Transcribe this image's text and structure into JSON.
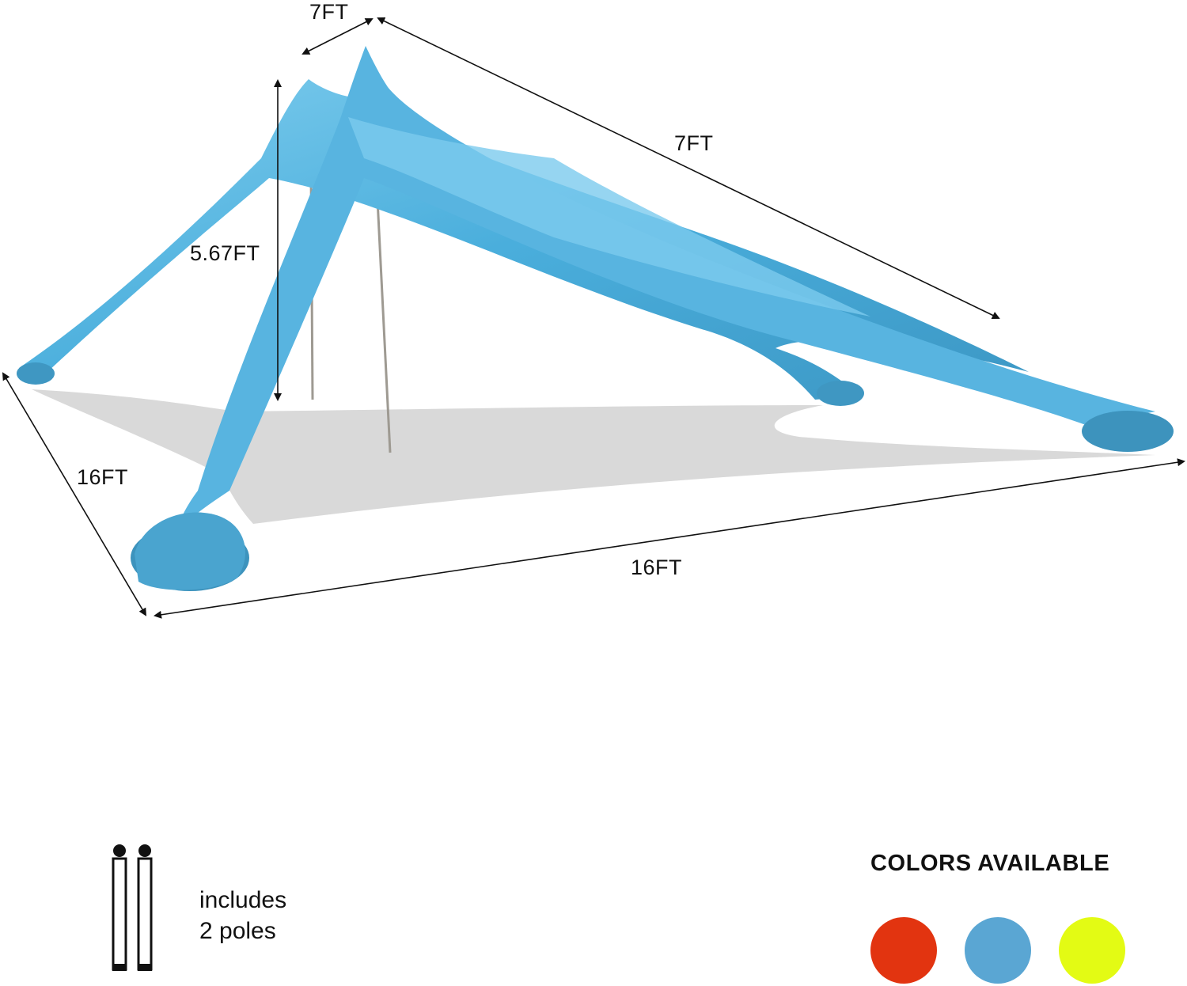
{
  "dimensions": {
    "top_width": "7FT",
    "top_length": "7FT",
    "height": "5.67FT",
    "base_width": "16FT",
    "base_length": "16FT"
  },
  "poles": {
    "line1": "includes",
    "line2": "2 poles",
    "icon": "pole-icon"
  },
  "colors": {
    "heading": "COLORS AVAILABLE",
    "swatches": [
      {
        "name": "red",
        "hex": "#e23410"
      },
      {
        "name": "blue",
        "hex": "#5aa6d3"
      },
      {
        "name": "yellow",
        "hex": "#e3fb14"
      }
    ]
  },
  "product_color": "#4aaedc"
}
